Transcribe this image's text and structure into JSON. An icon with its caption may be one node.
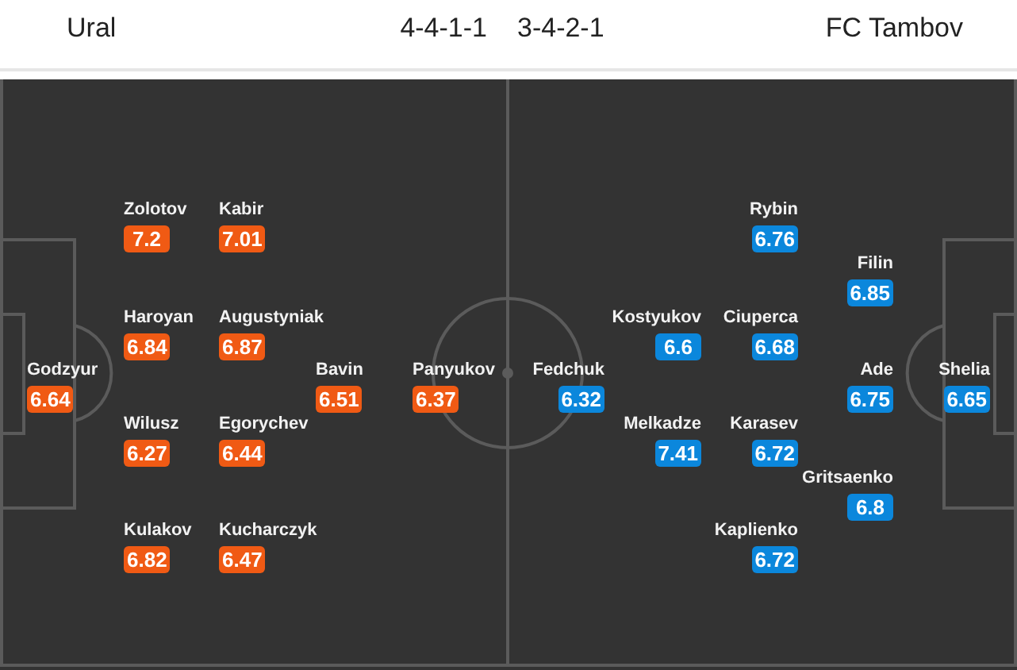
{
  "diagram": {
    "nodes": [
      {
        "text": [
          "Godzyur",
          "6.64"
        ]
      },
      {
        "text": [
          "Zolotov",
          "7.2"
        ]
      },
      {
        "text": [
          "Haroyan",
          "6.84"
        ]
      },
      {
        "text": [
          "Wilusz",
          "6.27"
        ]
      },
      {
        "text": [
          "Kulakov",
          "6.82"
        ]
      },
      {
        "text": [
          "Kabir",
          "7.01"
        ]
      },
      {
        "text": [
          "Augustyniak",
          "6.87"
        ]
      },
      {
        "text": [
          "Egorychev",
          "6.44"
        ]
      },
      {
        "text": [
          "Kucharczyk",
          "6.47"
        ]
      },
      {
        "text": [
          "Bavin",
          "6.51"
        ]
      },
      {
        "text": [
          "Panyukov",
          "6.37"
        ]
      },
      {
        "text": [
          "Fedchuk",
          "6.32"
        ]
      },
      {
        "text": [
          "Kostyukov",
          "6.6"
        ]
      },
      {
        "text": [
          "Melkadze",
          "7.41"
        ]
      },
      {
        "text": [
          "Rybin",
          "6.76"
        ]
      },
      {
        "text": [
          "Ciuperca",
          "6.68"
        ]
      },
      {
        "text": [
          "Karasev",
          "6.72"
        ]
      },
      {
        "text": [
          "Kaplienko",
          "6.72"
        ]
      },
      {
        "text": [
          "Filin",
          "6.85"
        ]
      },
      {
        "text": [
          "Ade",
          "6.75"
        ]
      },
      {
        "text": [
          "Gritsaenko",
          "6.8"
        ]
      },
      {
        "text": [
          "Shelia",
          "6.65"
        ]
      }
    ],
    "labels": [
      "Ural",
      "4-4-1-1",
      "3-4-2-1",
      "FC Tambov"
    ]
  }
}
